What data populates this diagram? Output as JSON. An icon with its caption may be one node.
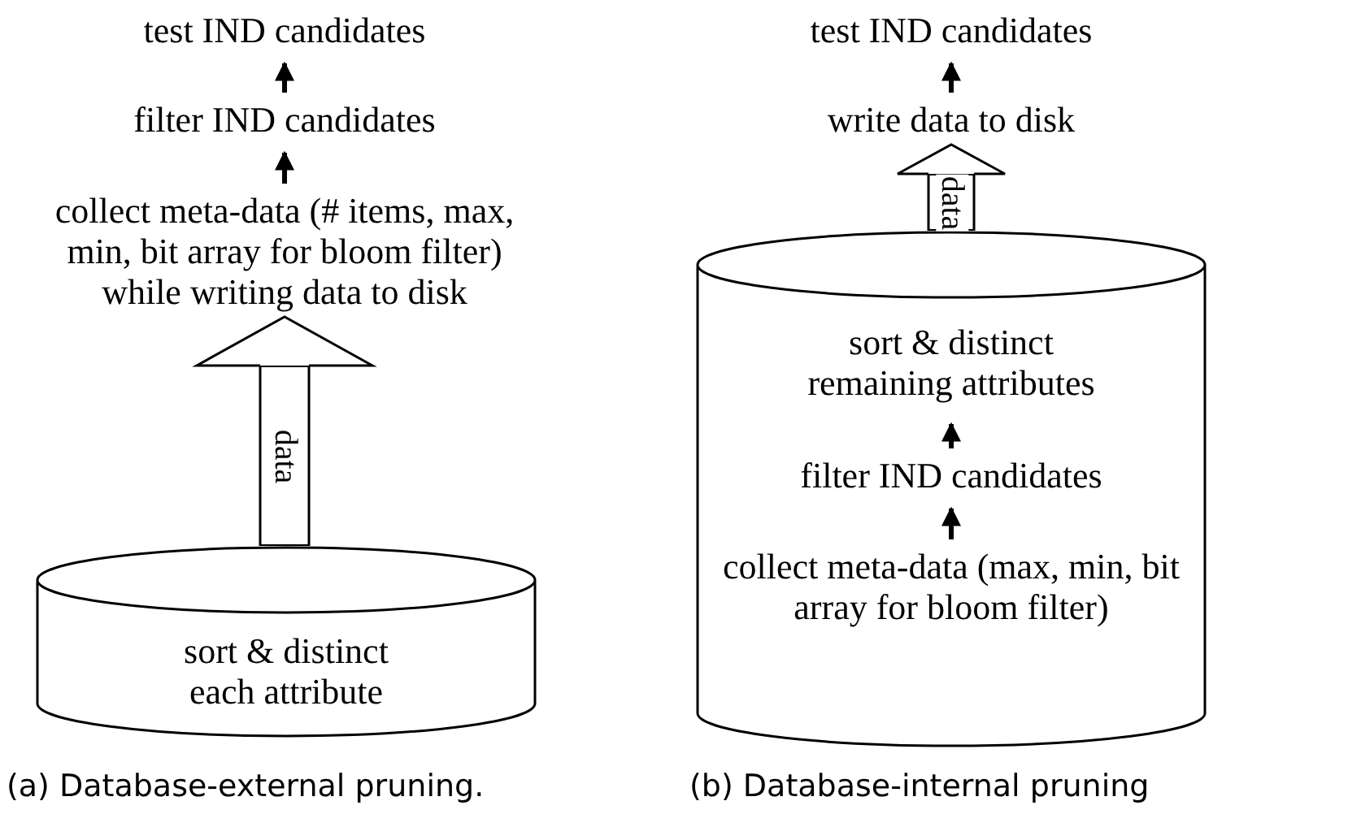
{
  "diagram": {
    "nodes": [
      {
        "text": [
          "test IND candidates"
        ]
      },
      {
        "text": [
          "filter IND candidates"
        ]
      },
      {
        "text": [
          "collect meta-data (# items, max, min, bit array for bloom filter) while writing data to disk"
        ]
      },
      {
        "text": [
          "sort & distinct each attribute"
        ]
      },
      {
        "text": [
          "test IND candidates"
        ]
      },
      {
        "text": [
          "write data to disk"
        ]
      },
      {
        "text": [],
        "shape": "cylinder"
      },
      {
        "text": [
          "sort & distinct remaining attributes"
        ],
        "in": 6
      },
      {
        "text": [
          "filter IND candidates"
        ],
        "in": 6
      },
      {
        "text": [
          "collect meta-data (max, min, bit array for bloom filter)"
        ],
        "in": 6
      }
    ],
    "edges": [
      {
        "from": 1,
        "to": 0,
        "arrow": "to"
      },
      {
        "from": 2,
        "to": 1,
        "arrow": "to"
      },
      {
        "from": 3,
        "to": 2,
        "arrow": "to",
        "label": "data",
        "style": "thick"
      },
      {
        "from": 5,
        "to": 4,
        "arrow": "to"
      },
      {
        "from": 6,
        "to": 5,
        "arrow": "to",
        "label": "data",
        "style": "thick"
      },
      {
        "from": 8,
        "to": 7,
        "arrow": "to"
      },
      {
        "from": 9,
        "to": 8,
        "arrow": "to"
      }
    ],
    "labels": [
      "(a) Database-external pruning.",
      "(b) Database-internal pruning"
    ]
  }
}
